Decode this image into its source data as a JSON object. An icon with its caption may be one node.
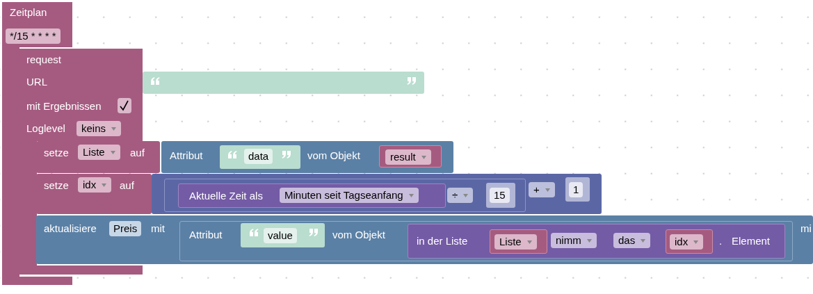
{
  "diagram": {
    "nodes": [
      {
        "text": [
          "Zeitplan",
          "*/15 * * * *"
        ]
      },
      {
        "text": [
          "request",
          "URL",
          "mit Ergebnissen",
          "Loglevel",
          "keins"
        ]
      },
      {
        "text": [],
        "shape": "box"
      },
      {
        "text": [
          "setze",
          "Liste",
          "auf"
        ]
      },
      {
        "text": [
          "Attribut",
          "vom Objekt"
        ]
      },
      {
        "text": [
          "data"
        ],
        "in": 4
      },
      {
        "text": [
          "result"
        ],
        "in": 4
      },
      {
        "text": [
          "setze",
          "idx",
          "auf"
        ]
      },
      {
        "text": [
          "+"
        ]
      },
      {
        "text": [
          "÷"
        ],
        "in": 8
      },
      {
        "text": [
          "Aktuelle Zeit als",
          "Minuten seit Tagseanfang"
        ],
        "in": 9
      },
      {
        "text": [
          "15"
        ],
        "in": 9
      },
      {
        "text": [
          "1"
        ],
        "in": 8
      },
      {
        "text": [
          "aktualisiere",
          "Preis",
          "mit",
          "mi"
        ]
      },
      {
        "text": [
          "Attribut",
          "vom Objekt"
        ],
        "in": 13
      },
      {
        "text": [
          "value"
        ],
        "in": 14
      },
      {
        "text": [
          "in der Liste",
          "nimm",
          "das",
          ".",
          "Element"
        ],
        "in": 14
      },
      {
        "text": [
          "Liste"
        ],
        "in": 16
      },
      {
        "text": [
          "idx"
        ],
        "in": 16
      }
    ]
  }
}
